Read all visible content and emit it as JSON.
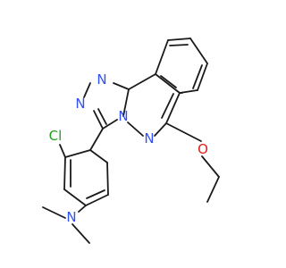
{
  "atom_colors": {
    "C": "#1a1a1a",
    "N": "#3050f8",
    "O": "#e02020",
    "Cl": "#1fa01f"
  },
  "atom_labels": [
    {
      "id": "n-triazole-1",
      "text": "N",
      "element": "N"
    },
    {
      "id": "n-triazole-2",
      "text": "N",
      "element": "N"
    },
    {
      "id": "n-bridge",
      "text": "N",
      "element": "N"
    },
    {
      "id": "n-pyridazine",
      "text": "N",
      "element": "N"
    },
    {
      "id": "o-ethoxy",
      "text": "O",
      "element": "O"
    },
    {
      "id": "cl",
      "text": "Cl",
      "element": "Cl"
    },
    {
      "id": "n-dimethylamino",
      "text": "N",
      "element": "N"
    }
  ]
}
